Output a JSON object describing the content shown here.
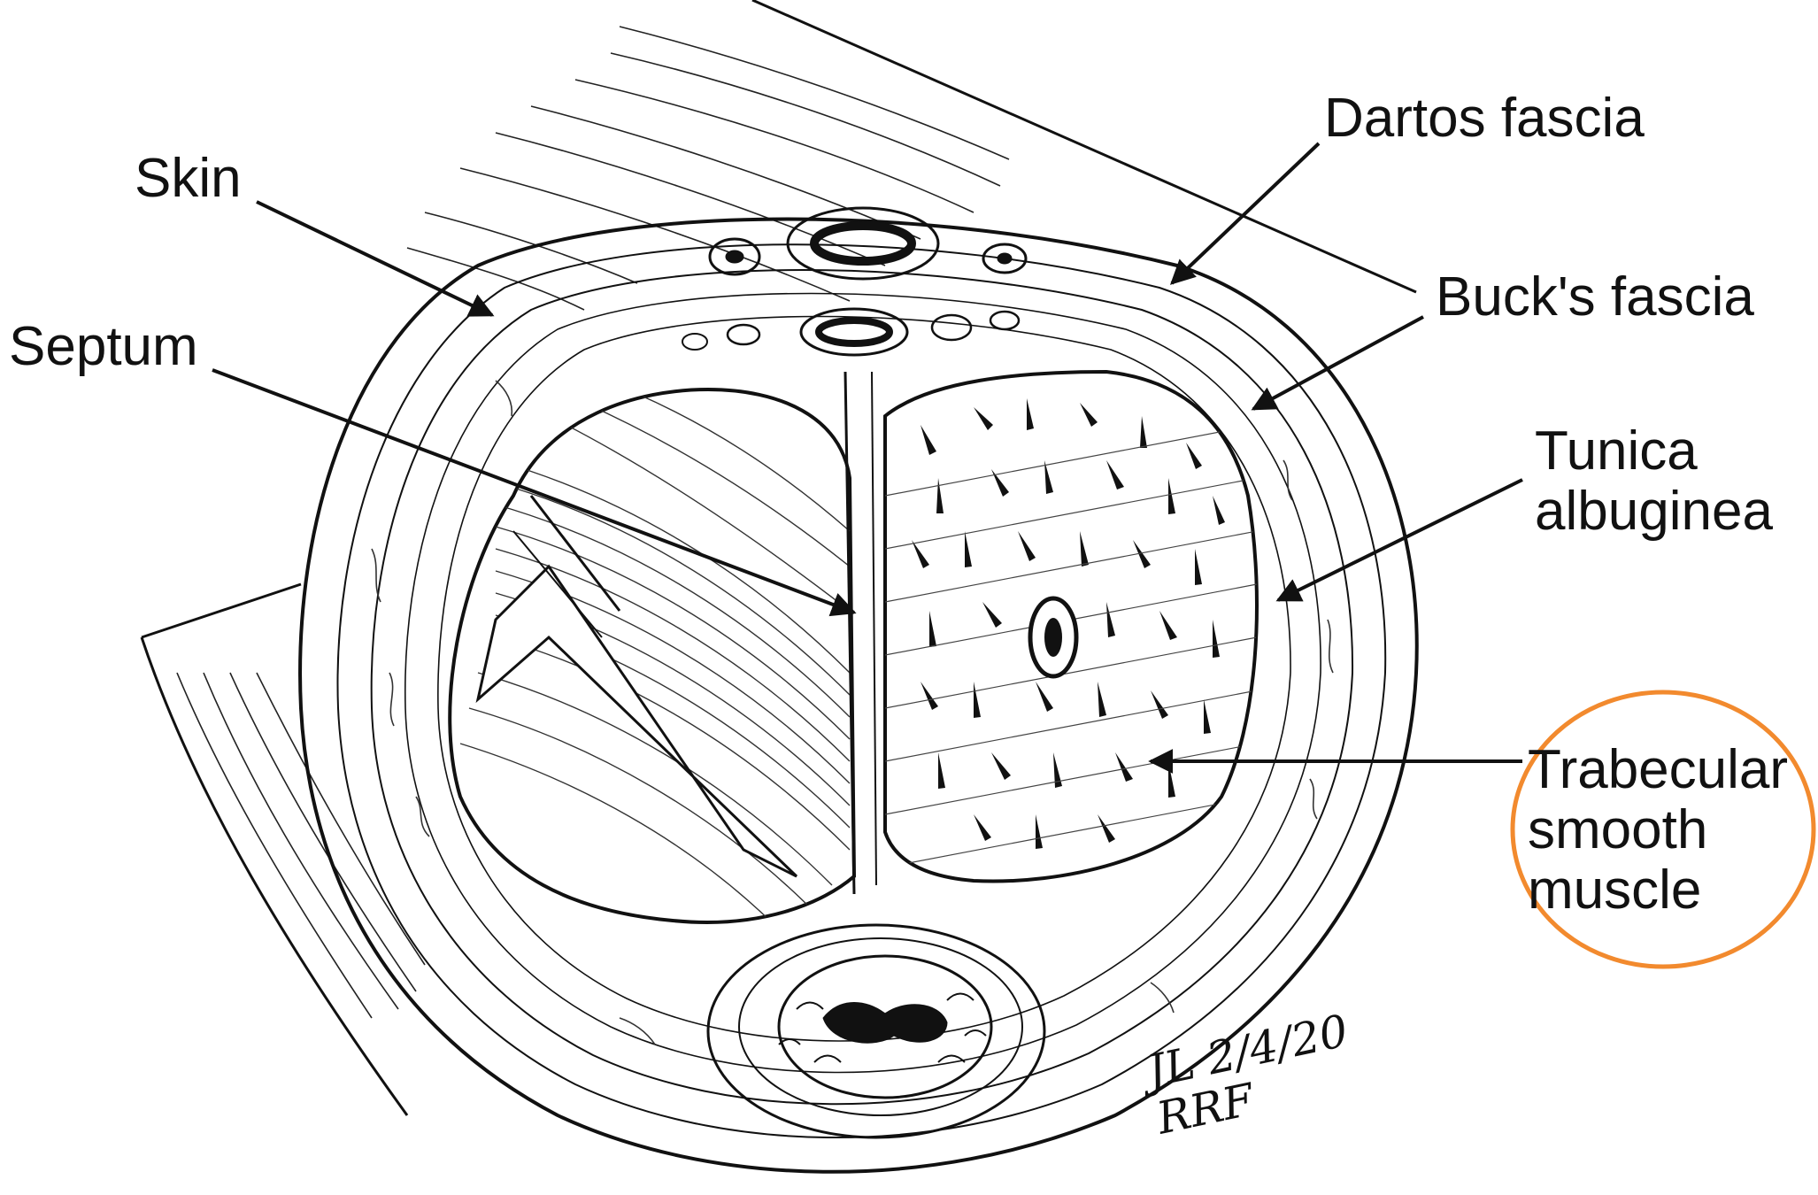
{
  "diagram": {
    "labels": {
      "skin": "Skin",
      "septum": "Septum",
      "dartos_fascia": "Dartos fascia",
      "bucks_fascia": "Buck's fascia",
      "tunica_albuginea": "Tunica\nalbuginea",
      "trabecular_smooth_muscle": "Trabecular\nsmooth\nmuscle"
    },
    "signature": "JL 2/4/20\nRRF",
    "colors": {
      "ink": "#111111",
      "highlight": "#f28a2e",
      "background": "#ffffff"
    }
  }
}
